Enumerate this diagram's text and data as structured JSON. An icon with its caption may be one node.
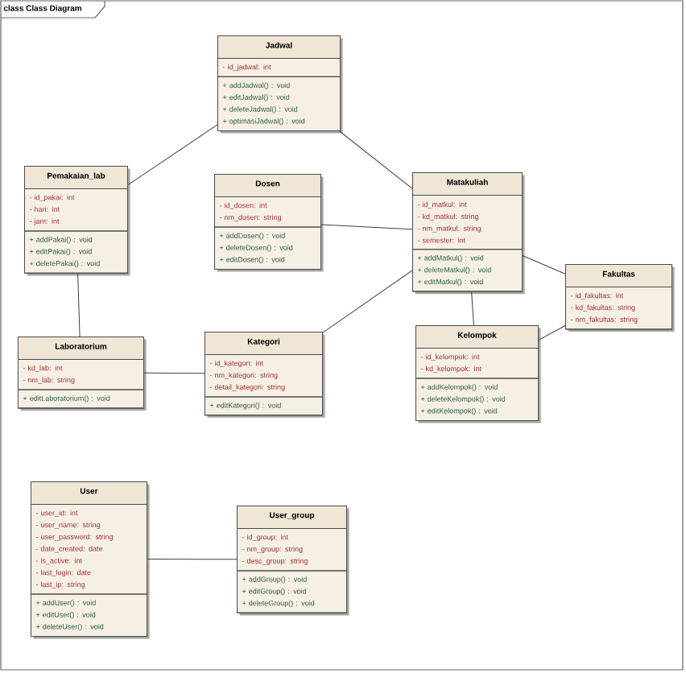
{
  "diagram": {
    "title": "class Class Diagram",
    "nodes": [
      {
        "text": [
          "Jadwal"
        ]
      },
      {
        "text": [
          "- id_jadwal: int"
        ],
        "in": 0
      },
      {
        "text": [
          "+ addJadwal() : void",
          "+ editJadwal() : void",
          "+ deleteJadwal() : void",
          "+ optimasiJadwal() : void"
        ],
        "in": 0
      },
      {
        "text": [
          "Pemakaian_lab"
        ]
      },
      {
        "text": [
          "- id_pakai: int",
          "- hari: int",
          "- jam: int"
        ],
        "in": 3
      },
      {
        "text": [
          "+ addPakai() : void",
          "+ editPakai() : void",
          "+ deletePakai() : void"
        ],
        "in": 3
      },
      {
        "text": [
          "Dosen"
        ]
      },
      {
        "text": [
          "- id_dosen: int",
          "- nm_dosen: string"
        ],
        "in": 6
      },
      {
        "text": [
          "+ addDosen() : void",
          "+ deleteDosen() : void",
          "+ editDosen() : void"
        ],
        "in": 6
      },
      {
        "text": [
          "Matakuliah"
        ]
      },
      {
        "text": [
          "- id_matkul: int",
          "- kd_matkul: string",
          "- nm_matkul: string",
          "- semester: int"
        ],
        "in": 9
      },
      {
        "text": [
          "+ addMatkul() : void",
          "+ deleteMatkul() : void",
          "+ editMatkul() : void"
        ],
        "in": 9
      },
      {
        "text": [
          "Fakultas"
        ]
      },
      {
        "text": [
          "- id_fakultas: int",
          "- kd_fakultas: string",
          "- nm_fakultas: string"
        ],
        "in": 12
      },
      {
        "text": [
          "Kelompok"
        ]
      },
      {
        "text": [
          "- id_kelompok: int",
          "- kd_kelompok: int"
        ],
        "in": 14
      },
      {
        "text": [
          "+ addKelompok() : void",
          "+ deleteKelompok() : void",
          "+ editKelompok() : void"
        ],
        "in": 14
      },
      {
        "text": [
          "Laboratorium"
        ]
      },
      {
        "text": [
          "- kd_lab: int",
          "- nm_lab: string"
        ],
        "in": 17
      },
      {
        "text": [
          "+ editLaboratorium() : void"
        ],
        "in": 17
      },
      {
        "text": [
          "Kategori"
        ]
      },
      {
        "text": [
          "- id_kategori: int",
          "- nm_kategori: string",
          "- detail_kategori: string"
        ],
        "in": 20
      },
      {
        "text": [
          "+ editKategori() : void"
        ],
        "in": 20
      },
      {
        "text": [
          "User"
        ]
      },
      {
        "text": [
          "- user_id: int",
          "- user_name: string",
          "- user_password: string",
          "- date_created: date",
          "- is_active: int",
          "- last_login: date",
          "- last_ip: string"
        ],
        "in": 23
      },
      {
        "text": [
          "+ addUser() : void",
          "+ editUser() : void",
          "+ deleteUser() : void"
        ],
        "in": 23
      },
      {
        "text": [
          "User_group"
        ]
      },
      {
        "text": [
          "- id_group: int",
          "- nm_group: string",
          "- desc_group: string"
        ],
        "in": 26
      },
      {
        "text": [
          "+ addGroup() : void",
          "+ editGroup() : void",
          "+ deleteGroup() : void"
        ],
        "in": 26
      }
    ],
    "edges": [
      {
        "from": 3,
        "to": 0,
        "arrow": "none"
      },
      {
        "from": 0,
        "to": 9,
        "arrow": "none"
      },
      {
        "from": 6,
        "to": 9,
        "arrow": "none"
      },
      {
        "from": 20,
        "to": 9,
        "arrow": "none"
      },
      {
        "from": 9,
        "to": 12,
        "arrow": "none"
      },
      {
        "from": 9,
        "to": 14,
        "arrow": "none"
      },
      {
        "from": 12,
        "to": 14,
        "arrow": "none"
      },
      {
        "from": 3,
        "to": 17,
        "arrow": "none"
      },
      {
        "from": 17,
        "to": 20,
        "arrow": "none"
      },
      {
        "from": 23,
        "to": 26,
        "arrow": "none"
      }
    ]
  }
}
